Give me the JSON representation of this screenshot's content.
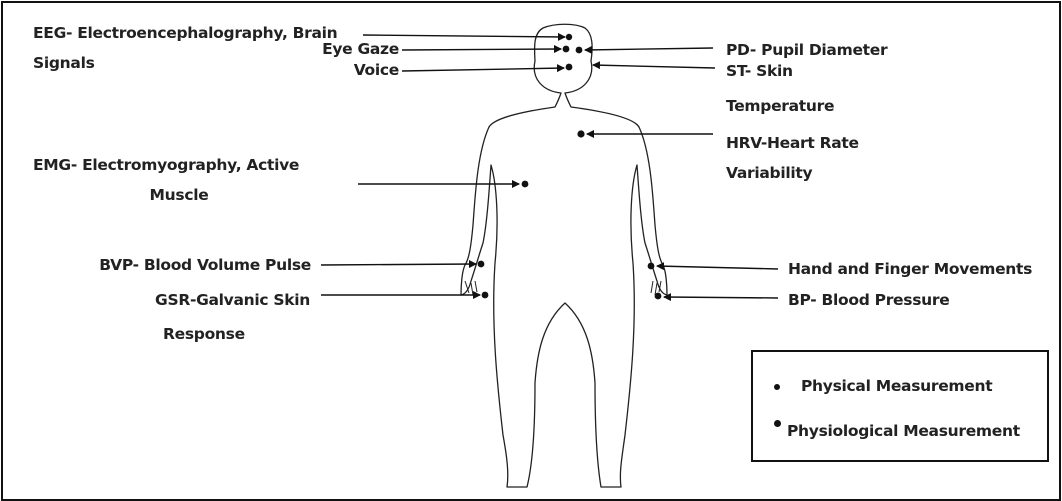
{
  "labels": {
    "eeg_line1": "EEG- Electroencephalography, Brain",
    "eeg_line2": "Signals",
    "eye_gaze": "Eye Gaze",
    "voice": "Voice",
    "pd": "PD- Pupil Diameter",
    "st_line1": "ST- Skin",
    "st_line2": "Temperature",
    "hrv_line1": "HRV-Heart Rate",
    "hrv_line2": "Variability",
    "emg_line1": "EMG- Electromyography, Active",
    "emg_line2": "Muscle",
    "bvp": "BVP- Blood Volume Pulse",
    "gsr_line1": "GSR-Galvanic Skin",
    "gsr_line2": "Response",
    "hand": "Hand and Finger Movements",
    "bp": "BP- Blood Pressure"
  },
  "legend": {
    "physical": "Physical Measurement",
    "physiological": "Physiological Measurement"
  },
  "colors": {
    "ink": "#111111",
    "background": "#ffffff"
  }
}
